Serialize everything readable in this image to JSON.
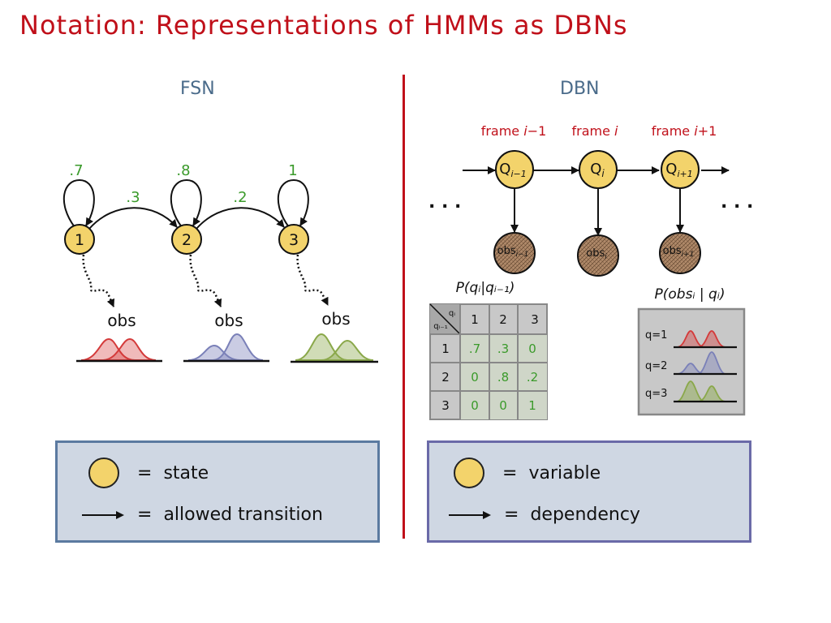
{
  "title": "Notation:  Representations of HMMs as DBNs",
  "fsn": {
    "heading": "FSN",
    "states": [
      "1",
      "2",
      "3"
    ],
    "self_loop_probs": [
      ".7",
      ".8",
      "1"
    ],
    "transition_probs": [
      ".3",
      ".2"
    ],
    "obs_label": "obs"
  },
  "dbn": {
    "heading": "DBN",
    "frames": [
      {
        "prefix": "frame ",
        "index": "i",
        "suffix": "−1"
      },
      {
        "prefix": "frame ",
        "index": "i",
        "suffix": ""
      },
      {
        "prefix": "frame ",
        "index": "i",
        "suffix": "+1"
      }
    ],
    "state_nodes": [
      {
        "base": "Q",
        "sub": "i−1"
      },
      {
        "base": "Q",
        "sub": "i"
      },
      {
        "base": "Q",
        "sub": "i+1"
      }
    ],
    "obs_nodes": [
      {
        "base": "obs",
        "sub": "i−1"
      },
      {
        "base": "obs",
        "sub": "i"
      },
      {
        "base": "obs",
        "sub": "i+1"
      }
    ],
    "ellipsis": ". . .",
    "transition_table": {
      "label": "P(qᵢ|qᵢ₋₁)",
      "corner_top": "qᵢ",
      "corner_bottom": "qᵢ₋₁",
      "col_headers": [
        "1",
        "2",
        "3"
      ],
      "row_headers": [
        "1",
        "2",
        "3"
      ],
      "cells": [
        [
          ".7",
          ".3",
          "0"
        ],
        [
          "0",
          ".8",
          ".2"
        ],
        [
          "0",
          "0",
          "1"
        ]
      ]
    },
    "obs_table": {
      "label": "P(obsᵢ | qᵢ)",
      "rows": [
        "q=1",
        "q=2",
        "q=3"
      ]
    }
  },
  "colors": {
    "accent_red": "#c0101a",
    "prob_green": "#3a9a2a",
    "state_fill": "#f3d36b",
    "obs_fill": "#b08a6a",
    "dist_red": "#d43a3a",
    "dist_blue": "#7a80b8",
    "dist_green": "#8aa84a",
    "legend_bg": "#cfd7e3"
  },
  "legend_fsn": [
    {
      "symbol": "circle",
      "text": "state"
    },
    {
      "symbol": "arrow",
      "text": "allowed transition"
    }
  ],
  "legend_dbn": [
    {
      "symbol": "circle",
      "text": "variable"
    },
    {
      "symbol": "arrow",
      "text": "dependency"
    }
  ],
  "equals": "="
}
